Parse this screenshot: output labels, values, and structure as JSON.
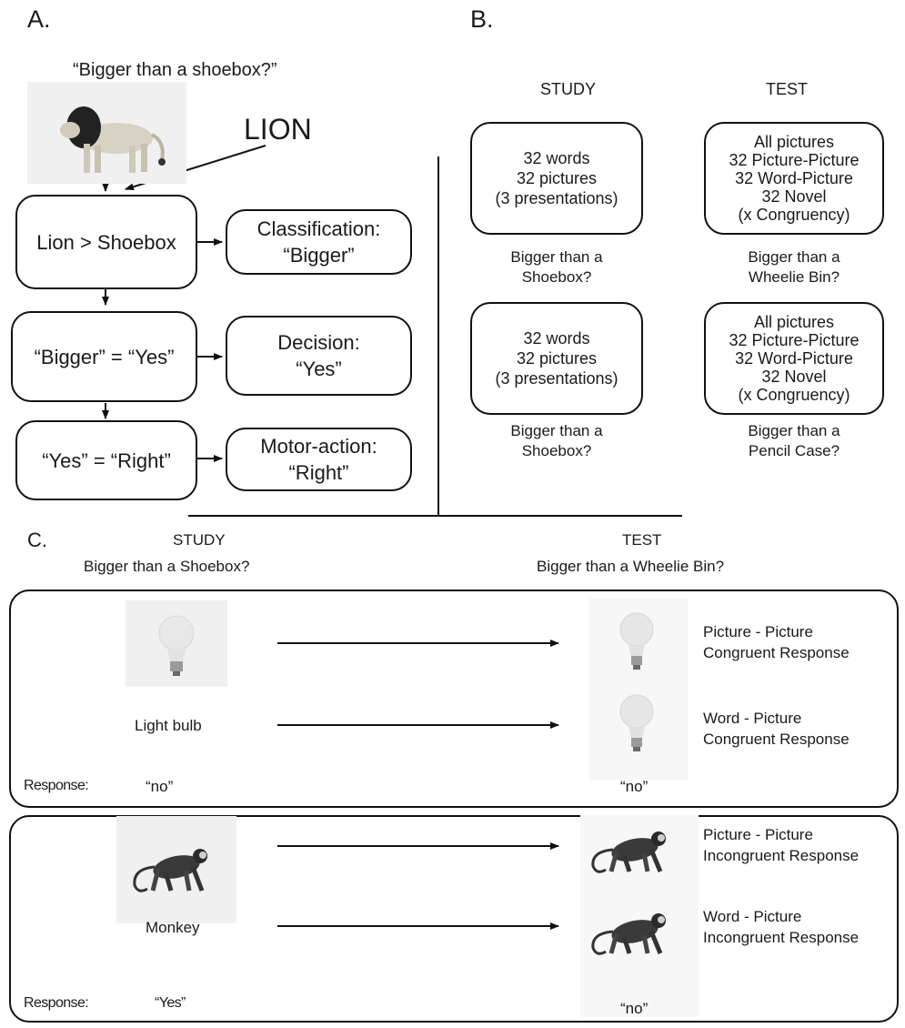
{
  "panelA": {
    "label": "A.",
    "question": "“Bigger than a shoebox?”",
    "word": "LION",
    "steps": [
      {
        "left": "Lion > Shoebox",
        "right_line1": "Classification:",
        "right_line2": "“Bigger”"
      },
      {
        "left": "“Bigger” = “Yes”",
        "right_line1": "Decision:",
        "right_line2": "“Yes”"
      },
      {
        "left": "“Yes” = “Right”",
        "right_line1": "Motor-action:",
        "right_line2": "“Right”"
      }
    ]
  },
  "panelB": {
    "label": "B.",
    "study_header": "STUDY",
    "test_header": "TEST",
    "study_boxes": [
      {
        "lines": [
          "32 words",
          "32 pictures",
          "(3 presentations)"
        ],
        "caption": [
          "Bigger than a",
          "Shoebox?"
        ]
      },
      {
        "lines": [
          "32 words",
          "32 pictures",
          "(3 presentations)"
        ],
        "caption": [
          "Bigger than a",
          "Shoebox?"
        ]
      }
    ],
    "test_boxes": [
      {
        "lines": [
          "All pictures",
          "32 Picture-Picture",
          "32 Word-Picture",
          "32 Novel",
          "(x Congruency)"
        ],
        "caption": [
          "Bigger than a",
          "Wheelie Bin?"
        ]
      },
      {
        "lines": [
          "All pictures",
          "32 Picture-Picture",
          "32 Word-Picture",
          "32 Novel",
          "(x Congruency)"
        ],
        "caption": [
          "Bigger than a",
          "Pencil Case?"
        ]
      }
    ]
  },
  "panelC": {
    "label": "C.",
    "study_header": "STUDY",
    "study_question": "Bigger than a Shoebox?",
    "test_header": "TEST",
    "test_question": "Bigger than a Wheelie Bin?",
    "response_label": "Response:",
    "groups": [
      {
        "item_icon": "light-bulb",
        "word": "Light bulb",
        "study_response": "“no”",
        "test_response": "“no”",
        "conditions": [
          {
            "line1": "Picture - Picture",
            "line2": "Congruent Response"
          },
          {
            "line1": "Word - Picture",
            "line2": "Congruent Response"
          }
        ]
      },
      {
        "item_icon": "monkey",
        "word": "Monkey",
        "study_response": "“Yes”",
        "test_response": "“no”",
        "conditions": [
          {
            "line1": "Picture - Picture",
            "line2": "Incongruent Response"
          },
          {
            "line1": "Word - Picture",
            "line2": "Incongruent Response"
          }
        ]
      }
    ]
  }
}
